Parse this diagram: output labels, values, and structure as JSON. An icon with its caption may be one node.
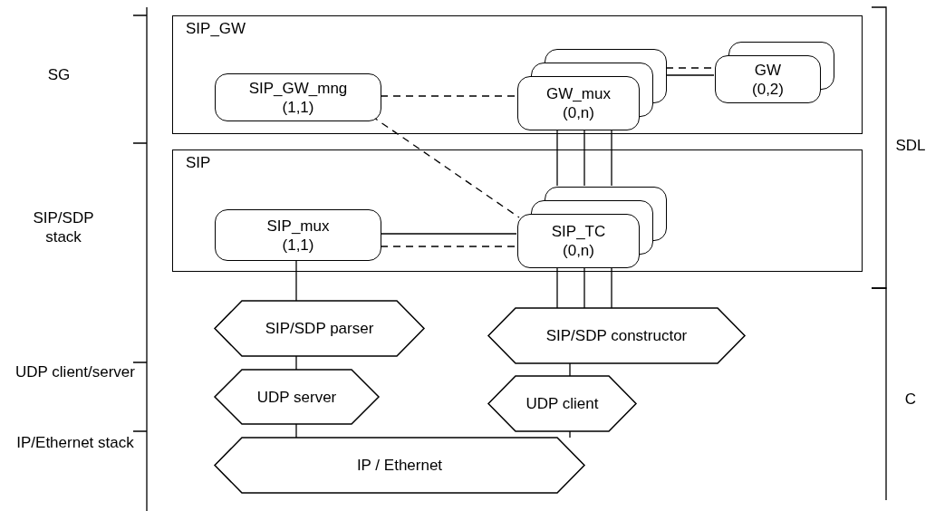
{
  "diagram": {
    "nodes": [
      {
        "text": [
          "SIP_GW"
        ]
      },
      {
        "text": [
          "SIP_GW_mng",
          "(1,1)"
        ],
        "in": 0
      },
      {
        "text": [
          "GW_mux",
          "(0,n)"
        ],
        "in": 0
      },
      {
        "text": [
          "GW",
          "(0,2)"
        ],
        "in": 0
      },
      {
        "text": [
          "SIP"
        ]
      },
      {
        "text": [
          "SIP_mux",
          "(1,1)"
        ],
        "in": 4
      },
      {
        "text": [
          "SIP_TC",
          "(0,n)"
        ],
        "in": 4
      },
      {
        "text": [
          "SIP/SDP parser"
        ]
      },
      {
        "text": [
          "SIP/SDP constructor"
        ]
      },
      {
        "text": [
          "UDP server"
        ]
      },
      {
        "text": [
          "UDP client"
        ]
      },
      {
        "text": [
          "IP / Ethernet"
        ]
      }
    ],
    "edges": [
      {
        "from": 1,
        "to": 2,
        "arrow": "none",
        "style": "dashed"
      },
      {
        "from": 1,
        "to": 6,
        "arrow": "none",
        "style": "dashed"
      },
      {
        "from": 2,
        "to": 3,
        "arrow": "none",
        "style": "dashed"
      },
      {
        "from": 2,
        "to": 3,
        "arrow": "none"
      },
      {
        "from": 2,
        "to": 6,
        "arrow": "none"
      },
      {
        "from": 2,
        "to": 6,
        "arrow": "none"
      },
      {
        "from": 2,
        "to": 6,
        "arrow": "none"
      },
      {
        "from": 5,
        "to": 6,
        "arrow": "none"
      },
      {
        "from": 5,
        "to": 6,
        "arrow": "none",
        "style": "dashed"
      },
      {
        "from": 5,
        "to": 7,
        "arrow": "none"
      },
      {
        "from": 6,
        "to": 8,
        "arrow": "none"
      },
      {
        "from": 6,
        "to": 8,
        "arrow": "none"
      },
      {
        "from": 6,
        "to": 8,
        "arrow": "none"
      },
      {
        "from": 7,
        "to": 9,
        "arrow": "none"
      },
      {
        "from": 8,
        "to": 10,
        "arrow": "none"
      },
      {
        "from": 9,
        "to": 11,
        "arrow": "none"
      },
      {
        "from": 10,
        "to": 11,
        "arrow": "none"
      }
    ],
    "labels": [
      "SG",
      "SDL",
      "SIP/SDP stack",
      "UDP client/server",
      "C",
      "IP/Ethernet stack"
    ]
  }
}
